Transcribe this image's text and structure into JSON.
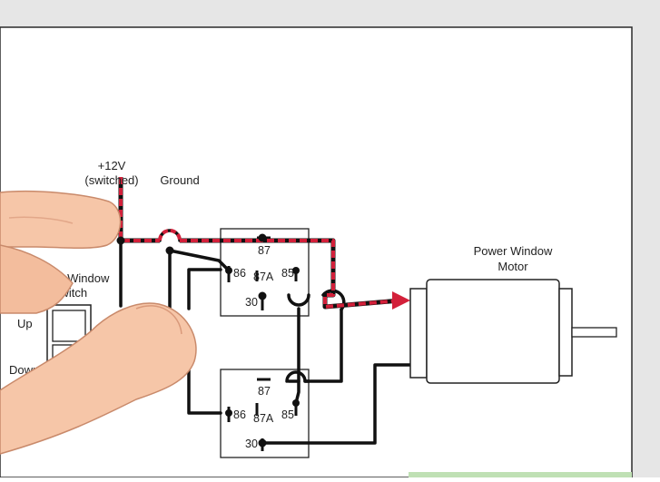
{
  "labels": {
    "supply": "+12V",
    "supply_sub": "(switched)",
    "ground": "Ground",
    "switch_title": "Power Window",
    "switch_sub": "Switch",
    "up": "Up",
    "down": "Down",
    "motor_title": "Power Window",
    "motor_sub": "Motor"
  },
  "relay_top": {
    "p87": "87",
    "p86": "86",
    "p87a": "87A",
    "p85": "85",
    "p30": "30"
  },
  "relay_bottom": {
    "p87": "87",
    "p86": "86",
    "p87a": "87A",
    "p85": "85",
    "p30": "30"
  },
  "colors": {
    "wire": "#111111",
    "current_path": "#d3203a",
    "frame_bg": "#e6e6e6",
    "skin": "#f6c6a8",
    "skin_shade": "#e9a985"
  }
}
